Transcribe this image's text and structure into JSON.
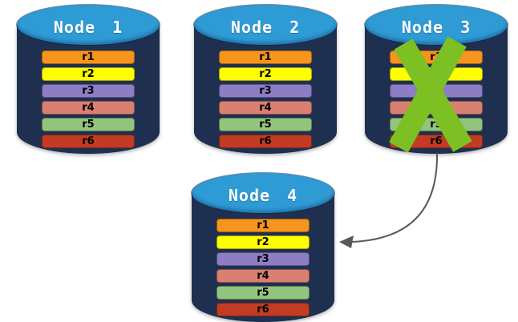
{
  "diagram": {
    "colors": {
      "background": "#FFFFFF",
      "cylinder_body": "#1F2F4F",
      "cylinder_top": "#2E9BD5",
      "node_label_text": "#FFFFFF",
      "record_label_text": "#000000",
      "failure_x": "#7CC023",
      "arrow": "#595959"
    },
    "nodes": [
      {
        "label": "Node 1",
        "records": [
          {
            "label": "r1",
            "color": "#F7941D"
          },
          {
            "label": "r2",
            "color": "#FFFF00"
          },
          {
            "label": "r3",
            "color": "#8D7DC5"
          },
          {
            "label": "r4",
            "color": "#DA8070"
          },
          {
            "label": "r5",
            "color": "#93C47D"
          },
          {
            "label": "r6",
            "color": "#C23B22"
          }
        ]
      },
      {
        "label": "Node 2",
        "records": [
          {
            "label": "r1",
            "color": "#F7941D"
          },
          {
            "label": "r2",
            "color": "#FFFF00"
          },
          {
            "label": "r3",
            "color": "#8D7DC5"
          },
          {
            "label": "r4",
            "color": "#DA8070"
          },
          {
            "label": "r5",
            "color": "#93C47D"
          },
          {
            "label": "r6",
            "color": "#C23B22"
          }
        ]
      },
      {
        "label": "Node 3",
        "failure_marker": "X",
        "records": [
          {
            "label": "r1",
            "color": "#F7941D"
          },
          {
            "label": "r2",
            "color": "#FFFF00"
          },
          {
            "label": "r3",
            "color": "#8D7DC5"
          },
          {
            "label": "r4",
            "color": "#DA8070"
          },
          {
            "label": "r5",
            "color": "#93C47D"
          },
          {
            "label": "r6",
            "color": "#C23B22"
          }
        ]
      },
      {
        "label": "Node 4",
        "records": [
          {
            "label": "r1",
            "color": "#F7941D"
          },
          {
            "label": "r2",
            "color": "#FFFF00"
          },
          {
            "label": "r3",
            "color": "#8D7DC5"
          },
          {
            "label": "r4",
            "color": "#DA8070"
          },
          {
            "label": "r5",
            "color": "#93C47D"
          },
          {
            "label": "r6",
            "color": "#C23B22"
          }
        ]
      }
    ],
    "arrow": {
      "from_node": "Node 3",
      "to_node": "Node 4"
    }
  }
}
